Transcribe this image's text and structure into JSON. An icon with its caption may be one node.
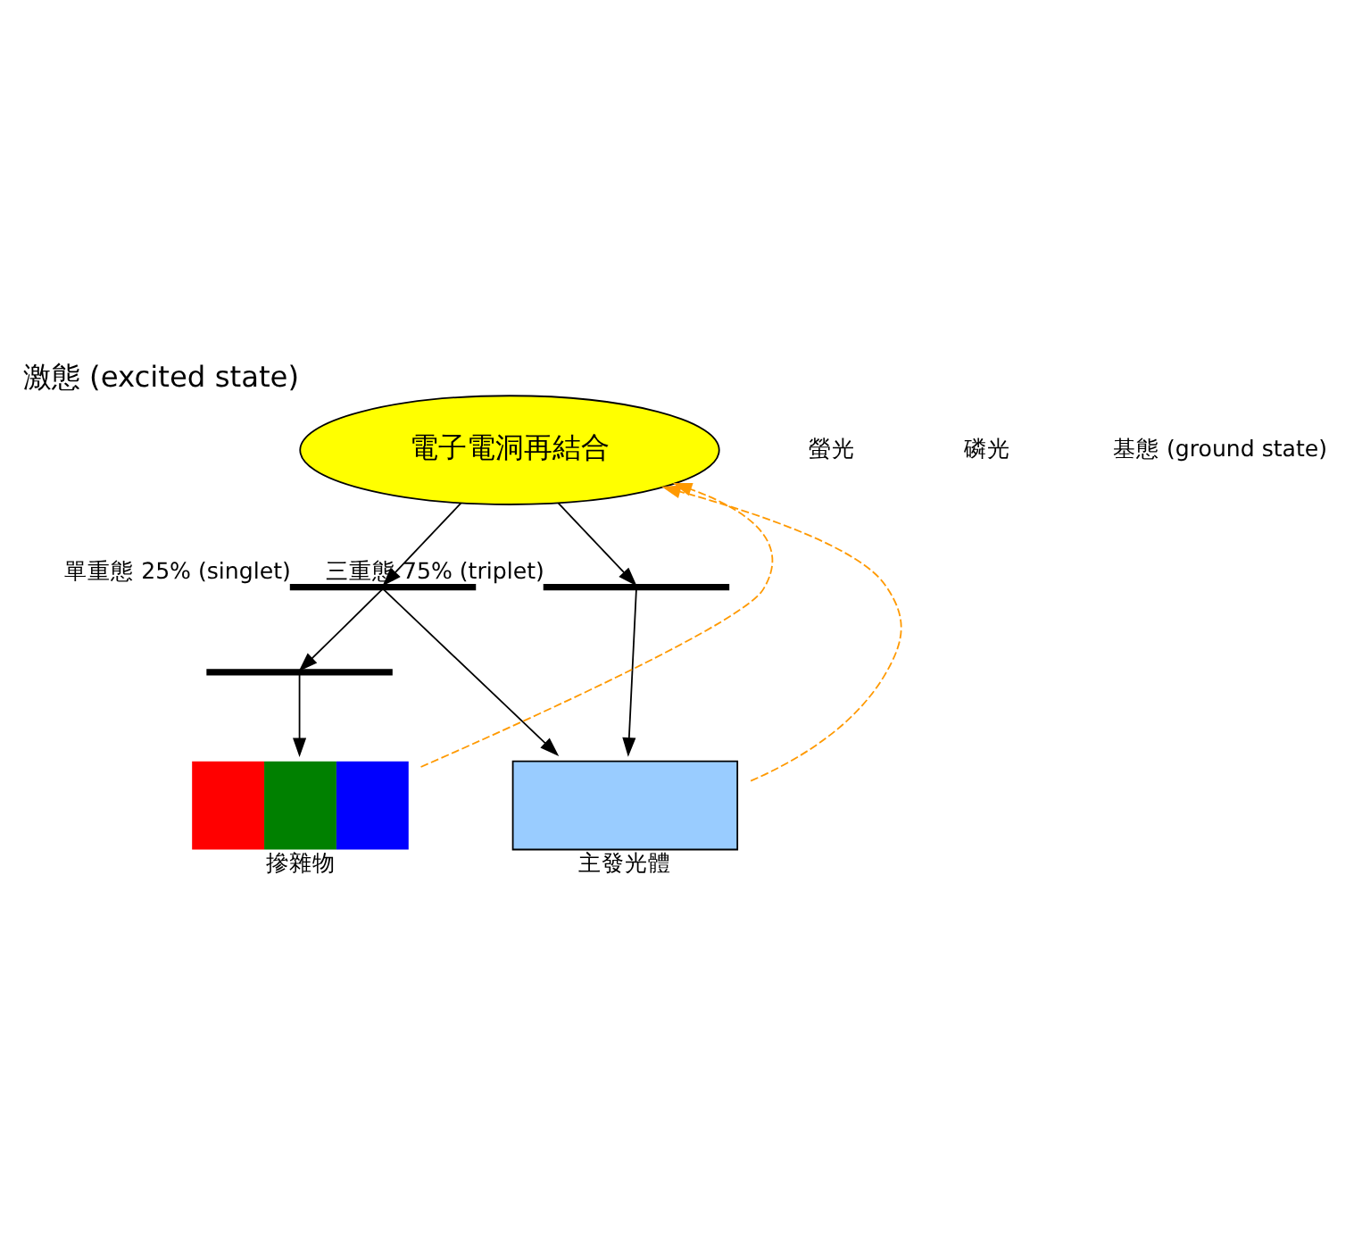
{
  "diagram": {
    "nodes": [
      {
        "text": [
          "電子電洞再結合"
        ],
        "beside": [
          "激態 (excited state)"
        ]
      },
      {
        "text": [],
        "shape": "bar",
        "beside": [
          "單重態 25% (singlet)"
        ]
      },
      {
        "text": [],
        "shape": "bar",
        "beside": [
          "三重態 75% (triplet)"
        ]
      },
      {
        "text": [],
        "shape": "bar"
      },
      {
        "text": [
          "摻雜物"
        ]
      },
      {
        "text": [
          "主發光體"
        ]
      }
    ],
    "edges": [
      {
        "from": 0,
        "to": 1,
        "arrow": "to"
      },
      {
        "from": 0,
        "to": 2,
        "arrow": "to"
      },
      {
        "from": 1,
        "to": 3,
        "arrow": "to"
      },
      {
        "from": 1,
        "to": 5,
        "arrow": "to"
      },
      {
        "from": 2,
        "to": 5,
        "arrow": "to"
      },
      {
        "from": 3,
        "to": 4,
        "arrow": "to"
      },
      {
        "from": 4,
        "to": 0,
        "arrow": "to",
        "style": "dashed",
        "color": "#ff9900"
      },
      {
        "from": 5,
        "to": 0,
        "arrow": "to",
        "style": "dashed",
        "color": "#ff9900"
      }
    ],
    "labels": [
      "螢光",
      "磷光",
      "基態 (ground state)"
    ]
  }
}
